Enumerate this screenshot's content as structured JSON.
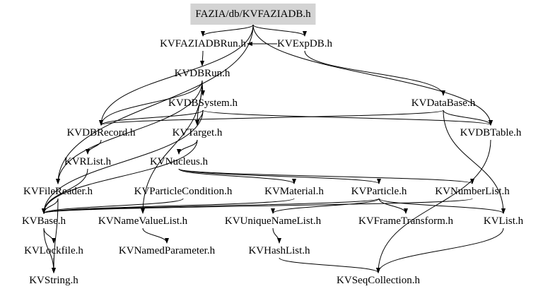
{
  "colors": {
    "root_fill": "#d3d3d3",
    "edge": "#000000",
    "text": "#000000"
  },
  "nodes": {
    "root": "FAZIA/db/KVFAZIADB.h",
    "fazia_run": "KVFAZIADBRun.h",
    "expdb": "KVExpDB.h",
    "dbrun": "KVDBRun.h",
    "dbsystem": "KVDBSystem.h",
    "database": "KVDataBase.h",
    "dbrecord": "KVDBRecord.h",
    "target": "KVTarget.h",
    "dbtable": "KVDBTable.h",
    "rlist": "KVRList.h",
    "nucleus": "KVNucleus.h",
    "filereader": "KVFileReader.h",
    "particlecond": "KVParticleCondition.h",
    "material": "KVMaterial.h",
    "particle": "KVParticle.h",
    "numberlist": "KVNumberList.h",
    "base": "KVBase.h",
    "namevaluelist": "KVNameValueList.h",
    "uniquenamelist": "KVUniqueNameList.h",
    "frametransform": "KVFrameTransform.h",
    "list": "KVList.h",
    "lockfile": "KVLockfile.h",
    "namedparam": "KVNamedParameter.h",
    "hashlist": "KVHashList.h",
    "string": "KVString.h",
    "seqcollection": "KVSeqCollection.h"
  },
  "edges": [
    [
      "root",
      "fazia_run"
    ],
    [
      "root",
      "expdb"
    ],
    [
      "root",
      "dbrecord"
    ],
    [
      "root",
      "dbtable"
    ],
    [
      "root",
      "filereader"
    ],
    [
      "fazia_run",
      "dbrun"
    ],
    [
      "expdb",
      "fazia_run"
    ],
    [
      "expdb",
      "database"
    ],
    [
      "dbrun",
      "dbsystem"
    ],
    [
      "dbrun",
      "dbrecord"
    ],
    [
      "dbrun",
      "target"
    ],
    [
      "dbrun",
      "filereader"
    ],
    [
      "dbrun",
      "namevaluelist"
    ],
    [
      "dbsystem",
      "dbrecord"
    ],
    [
      "dbsystem",
      "target"
    ],
    [
      "dbsystem",
      "dbtable"
    ],
    [
      "dbsystem",
      "base"
    ],
    [
      "database",
      "dbrecord"
    ],
    [
      "database",
      "dbtable"
    ],
    [
      "database",
      "list"
    ],
    [
      "dbrecord",
      "rlist"
    ],
    [
      "rlist",
      "base"
    ],
    [
      "target",
      "nucleus"
    ],
    [
      "target",
      "base"
    ],
    [
      "nucleus",
      "particle"
    ],
    [
      "nucleus",
      "numberlist"
    ],
    [
      "nucleus",
      "material"
    ],
    [
      "filereader",
      "base"
    ],
    [
      "filereader",
      "string"
    ],
    [
      "particlecond",
      "base"
    ],
    [
      "material",
      "base"
    ],
    [
      "particle",
      "base"
    ],
    [
      "particle",
      "frametransform"
    ],
    [
      "particle",
      "list"
    ],
    [
      "particle",
      "uniquenamelist"
    ],
    [
      "numberlist",
      "base"
    ],
    [
      "base",
      "lockfile"
    ],
    [
      "base",
      "string"
    ],
    [
      "namevaluelist",
      "namedparam"
    ],
    [
      "uniquenamelist",
      "hashlist"
    ],
    [
      "hashlist",
      "seqcollection"
    ],
    [
      "lockfile",
      "string"
    ],
    [
      "list",
      "seqcollection"
    ],
    [
      "dbtable",
      "seqcollection"
    ]
  ]
}
